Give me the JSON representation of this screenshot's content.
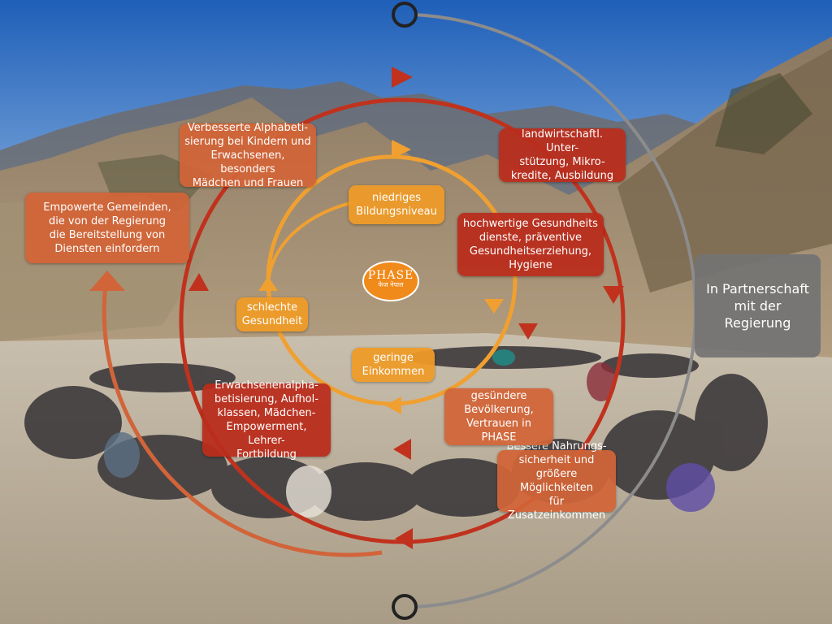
{
  "logo": {
    "text": "PHASE",
    "subtext": "फेज नेपाल"
  },
  "outer_ring": [
    "Verbesserte Alphabeti-\nsierung bei Kindern und\nErwachsenen, besonders\nMädchen und Frauen",
    "Empowerte Gemeinden,\ndie von der Regierung\ndie Bereitstellung von\nDiensten einfordern",
    "Bessere Nahrungs-\nsicherheit und\ngrößere Möglichkeiten\nfür Zusatzeinkommen"
  ],
  "middle_ring": [
    "landwirtschaftl. Unter-\nstützung, Mikro-\nkredite, Ausbildung",
    "hochwertige Gesundheits\ndienste, präventive\nGesundheitserziehung,\nHygiene",
    "gesündere\nBevölkerung,\nVertrauen in PHASE",
    "Erwachsenenalpha-\nbetisierung, Aufhol-\nklassen, Mädchen-\nEmpowerment, Lehrer-\nFortbildung"
  ],
  "inner_ring": [
    "niedriges\nBildungsniveau",
    "schlechte\nGesundheit",
    "geringe\nEinkommen"
  ],
  "partner_label": "In Partnerschaft\nmit der\nRegierung",
  "colors": {
    "outer_ring": "#d2643a",
    "middle_ring": "#c0321e",
    "inner_ring": "#f0a030",
    "partner": "#737373",
    "sky": "#3f76c6"
  }
}
